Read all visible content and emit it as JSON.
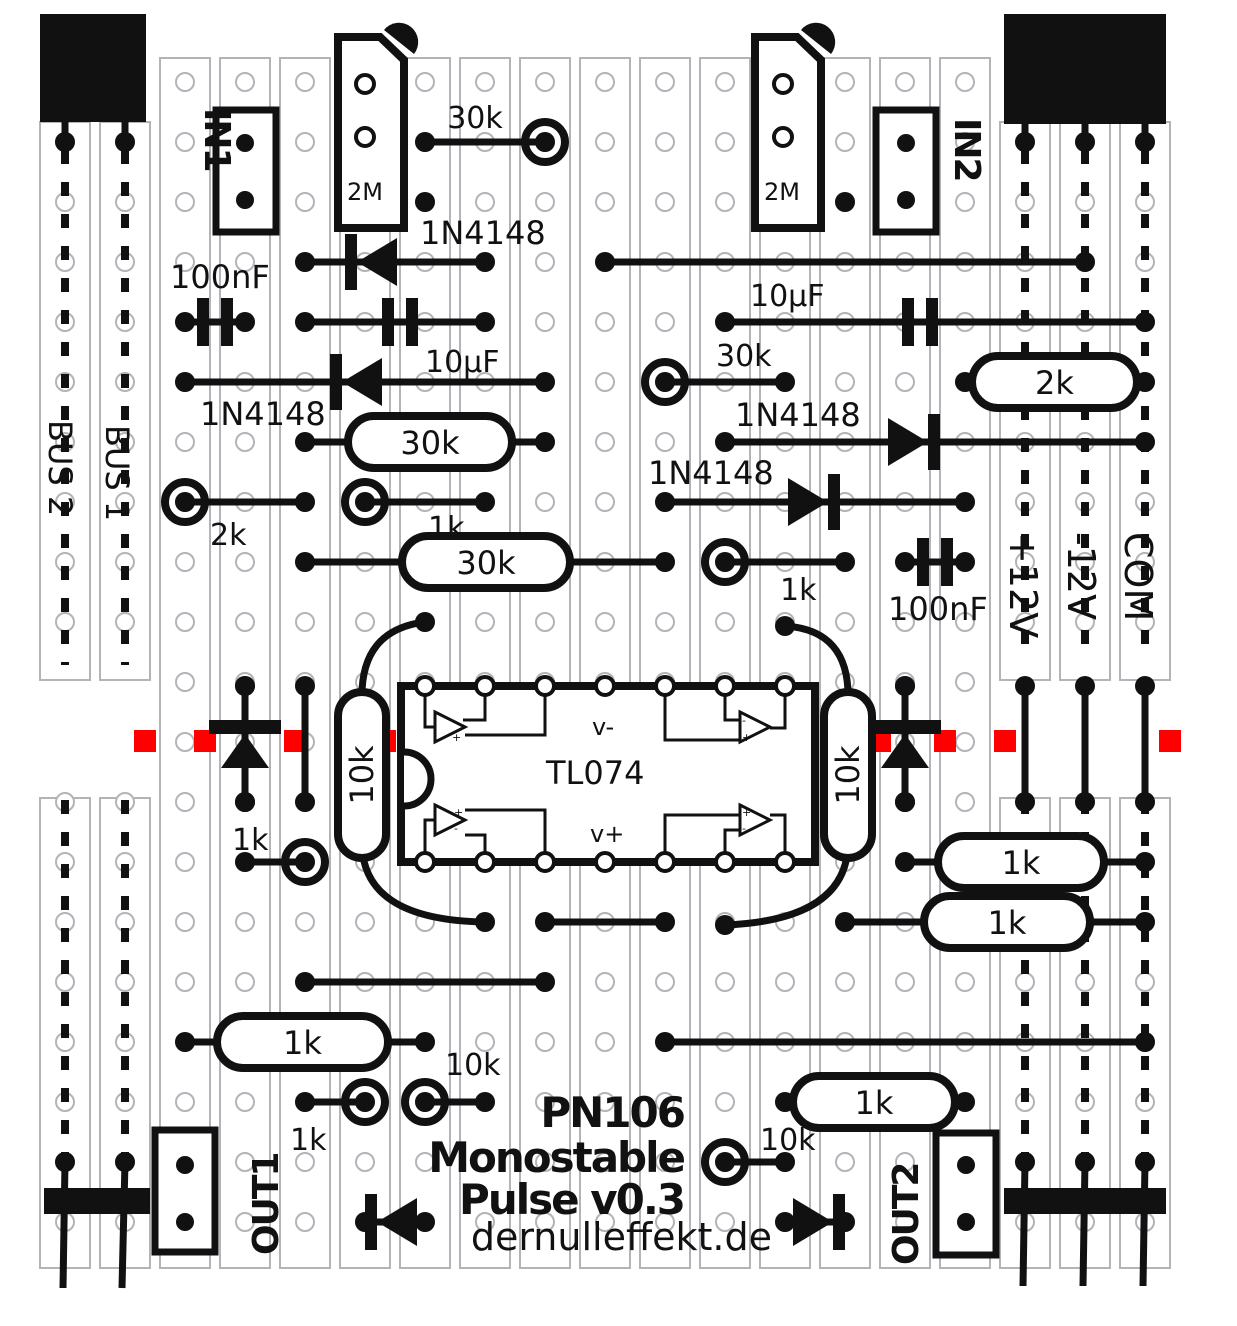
{
  "title": {
    "line1": "PN106",
    "line2": "Monostable",
    "line3": "Pulse v0.3",
    "website": "dernulleffekt.de"
  },
  "colors": {
    "ink": "#111111",
    "strip": "#b3b3ba",
    "hole": "#b3b3ba",
    "cut": "#ff0000",
    "background": "#ffffff"
  },
  "connectors": {
    "bus2": "BUS 2",
    "bus1": "BUS 1",
    "in1": "IN1",
    "in2": "IN2",
    "out1": "OUT1",
    "out2": "OUT2",
    "plus12": "+12V",
    "minus12": "-12V",
    "com": "COM"
  },
  "ic": {
    "name": "TL074",
    "vminus": "v-",
    "vplus": "v+"
  },
  "components": {
    "pot1": "2M",
    "pot2": "2M",
    "r_30k_top": "30k",
    "d_1n4148_a": "1N4148",
    "c_100nf_left": "100nF",
    "c_10uf_left": "10µF",
    "d_1n4148_b": "1N4148",
    "r_30k_mid": "30k",
    "r_2k_left": "2k",
    "r_1k_a": "1k",
    "r_30k_low": "30k",
    "c_10uf_right": "10µF",
    "r_30k_right": "30k",
    "r_2k_right": "2k",
    "d_1n4148_c": "1N4148",
    "d_1n4148_d": "1N4148",
    "r_1k_b": "1k",
    "c_100nf_right": "100nF",
    "r_10k_left": "10k",
    "r_10k_right": "10k",
    "r_1k_c": "1k",
    "r_1k_d": "1k",
    "r_1k_e": "1k",
    "r_1k_f": "1k",
    "r_10k_g": "10k",
    "r_1k_h": "1k",
    "r_1k_i": "1k",
    "r_10k_j": "10k"
  }
}
